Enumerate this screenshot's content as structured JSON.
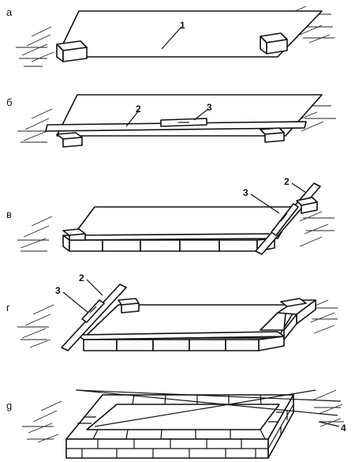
{
  "panels": [
    {
      "label": "а",
      "callouts": [
        "1"
      ]
    },
    {
      "label": "б",
      "callouts": [
        "2",
        "3"
      ]
    },
    {
      "label": "в",
      "callouts": [
        "3",
        "2"
      ]
    },
    {
      "label": "г",
      "callouts": [
        "3",
        "2"
      ]
    },
    {
      "label": "g",
      "callouts": [
        "4"
      ]
    }
  ],
  "colors": {
    "ink": "#111111",
    "paper": "#ffffff"
  }
}
